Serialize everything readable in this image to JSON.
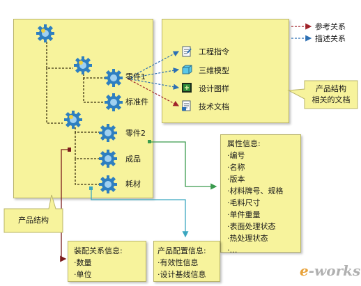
{
  "legend": {
    "reference": "参考关系",
    "describe": "描述关系",
    "reference_color": "#a0232a",
    "describe_color": "#2c6fb3"
  },
  "structure": {
    "callout": "产品结构",
    "parts": {
      "part1": "零件1",
      "standard": "标准件",
      "part2": "零件2",
      "product": "成品",
      "consumable": "耗材"
    }
  },
  "documents": {
    "items": [
      "工程指令",
      "三维模型",
      "设计图样",
      "技术文档"
    ],
    "callout_line1": "产品结构",
    "callout_line2": "相关的文档"
  },
  "attributes": {
    "title": "属性信息:",
    "items": [
      "·编号",
      "·名称",
      "·版本",
      "·材料牌号、规格",
      "·毛料尺寸",
      "·单件重量",
      "·表面处理状态",
      "·热处理状态",
      "·…"
    ]
  },
  "assembly": {
    "title": "装配关系信息:",
    "items": [
      "·数量",
      "·单位"
    ]
  },
  "config": {
    "title": "产品配置信息:",
    "items": [
      "·有效性信息",
      "·设计基线信息"
    ]
  },
  "logo": {
    "e": "e",
    "rest": "-works"
  }
}
